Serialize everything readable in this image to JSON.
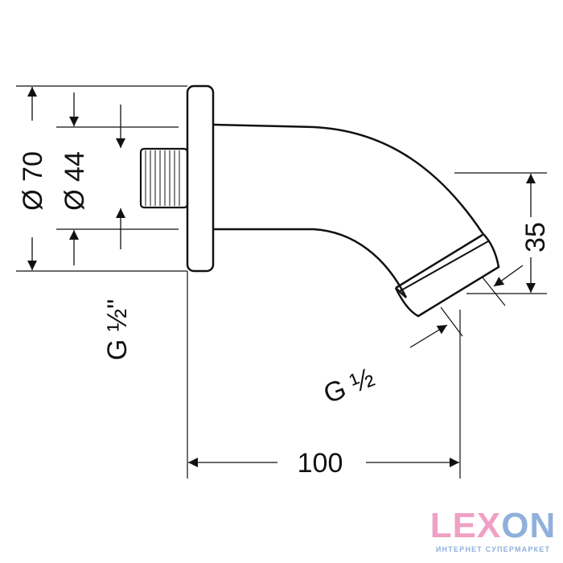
{
  "dimensions": {
    "flange_diameter": "Ø 70",
    "connector_diameter": "Ø 44",
    "inlet_thread": "G ½\"",
    "outlet_thread": "G ½",
    "length": "100",
    "head_size": "35"
  },
  "logo": {
    "brand_part1": "LEX",
    "brand_part2": "ON",
    "tagline": "ИНТЕРНЕТ СУПЕРМАРКЕТ",
    "colors": {
      "pink": "#f0a0c4",
      "blue": "#8fb0dc"
    }
  }
}
